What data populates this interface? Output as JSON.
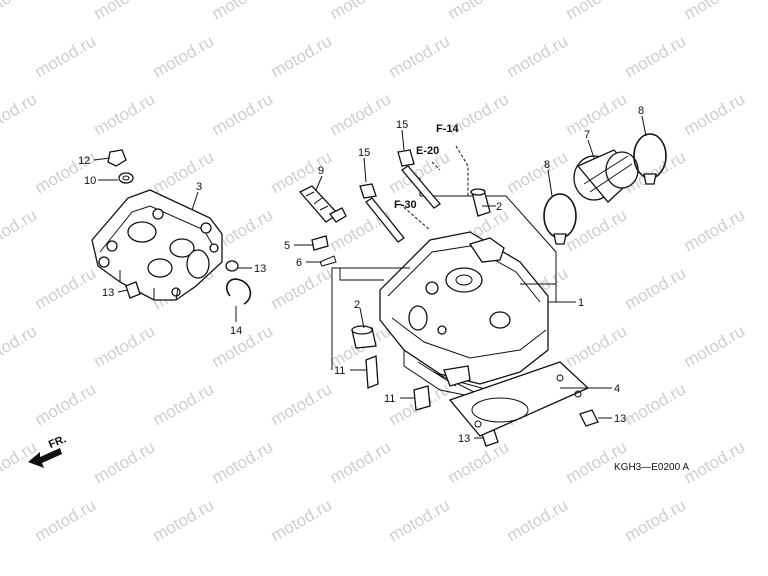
{
  "watermark_text": "motod.ru",
  "figure_code": "KGH3—E0200 A",
  "front_label": "FR.",
  "references": {
    "f14": "F-14",
    "e20": "E-20",
    "f30": "F-30"
  },
  "callouts": {
    "c1": "1",
    "c2a": "2",
    "c2b": "2",
    "c3": "3",
    "c4": "4",
    "c5": "5",
    "c6": "6",
    "c7": "7",
    "c8a": "8",
    "c8b": "8",
    "c9": "9",
    "c10": "10",
    "c11a": "11",
    "c11b": "11",
    "c12": "12",
    "c13a": "13",
    "c13b": "13",
    "c13c": "13",
    "c13d": "13",
    "c14": "14",
    "c15a": "15",
    "c15b": "15"
  }
}
